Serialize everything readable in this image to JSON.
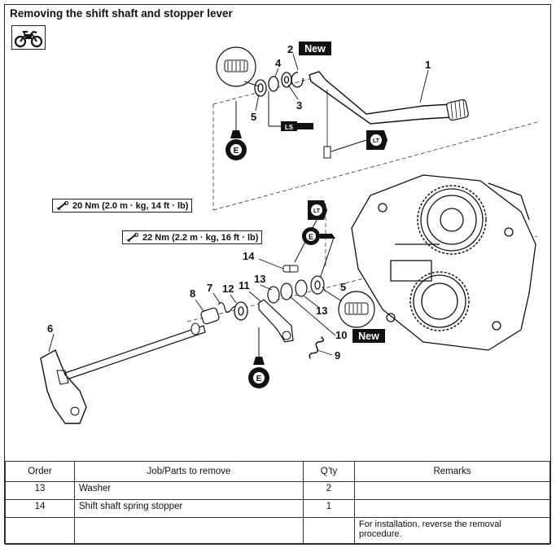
{
  "page_title": "Removing the shift shaft and stopper lever",
  "icons": {
    "section_icon": "motorcycle-icon"
  },
  "torque_specs": [
    {
      "label": "20 Nm (2.0 m · kg, 14 ft · lb)"
    },
    {
      "label": "22 Nm (2.2 m · kg, 16 ft · lb)"
    }
  ],
  "diagram": {
    "callouts": [
      "1",
      "2",
      "3",
      "4",
      "5",
      "5",
      "6",
      "7",
      "8",
      "9",
      "10",
      "11",
      "12",
      "13",
      "13",
      "14"
    ],
    "new_tag": "New",
    "lube_marks": [
      "E",
      "E",
      "E",
      "LS",
      "LT",
      "LT"
    ]
  },
  "table": {
    "headers": {
      "order": "Order",
      "job": "Job/Parts to remove",
      "qty": "Q’ty",
      "remarks": "Remarks"
    },
    "rows": [
      {
        "order": "13",
        "job": "Washer",
        "qty": "2",
        "remarks": ""
      },
      {
        "order": "14",
        "job": "Shift shaft spring stopper",
        "qty": "1",
        "remarks": ""
      },
      {
        "order": "",
        "job": "",
        "qty": "",
        "remarks": "For installation, reverse the removal procedure."
      }
    ]
  }
}
